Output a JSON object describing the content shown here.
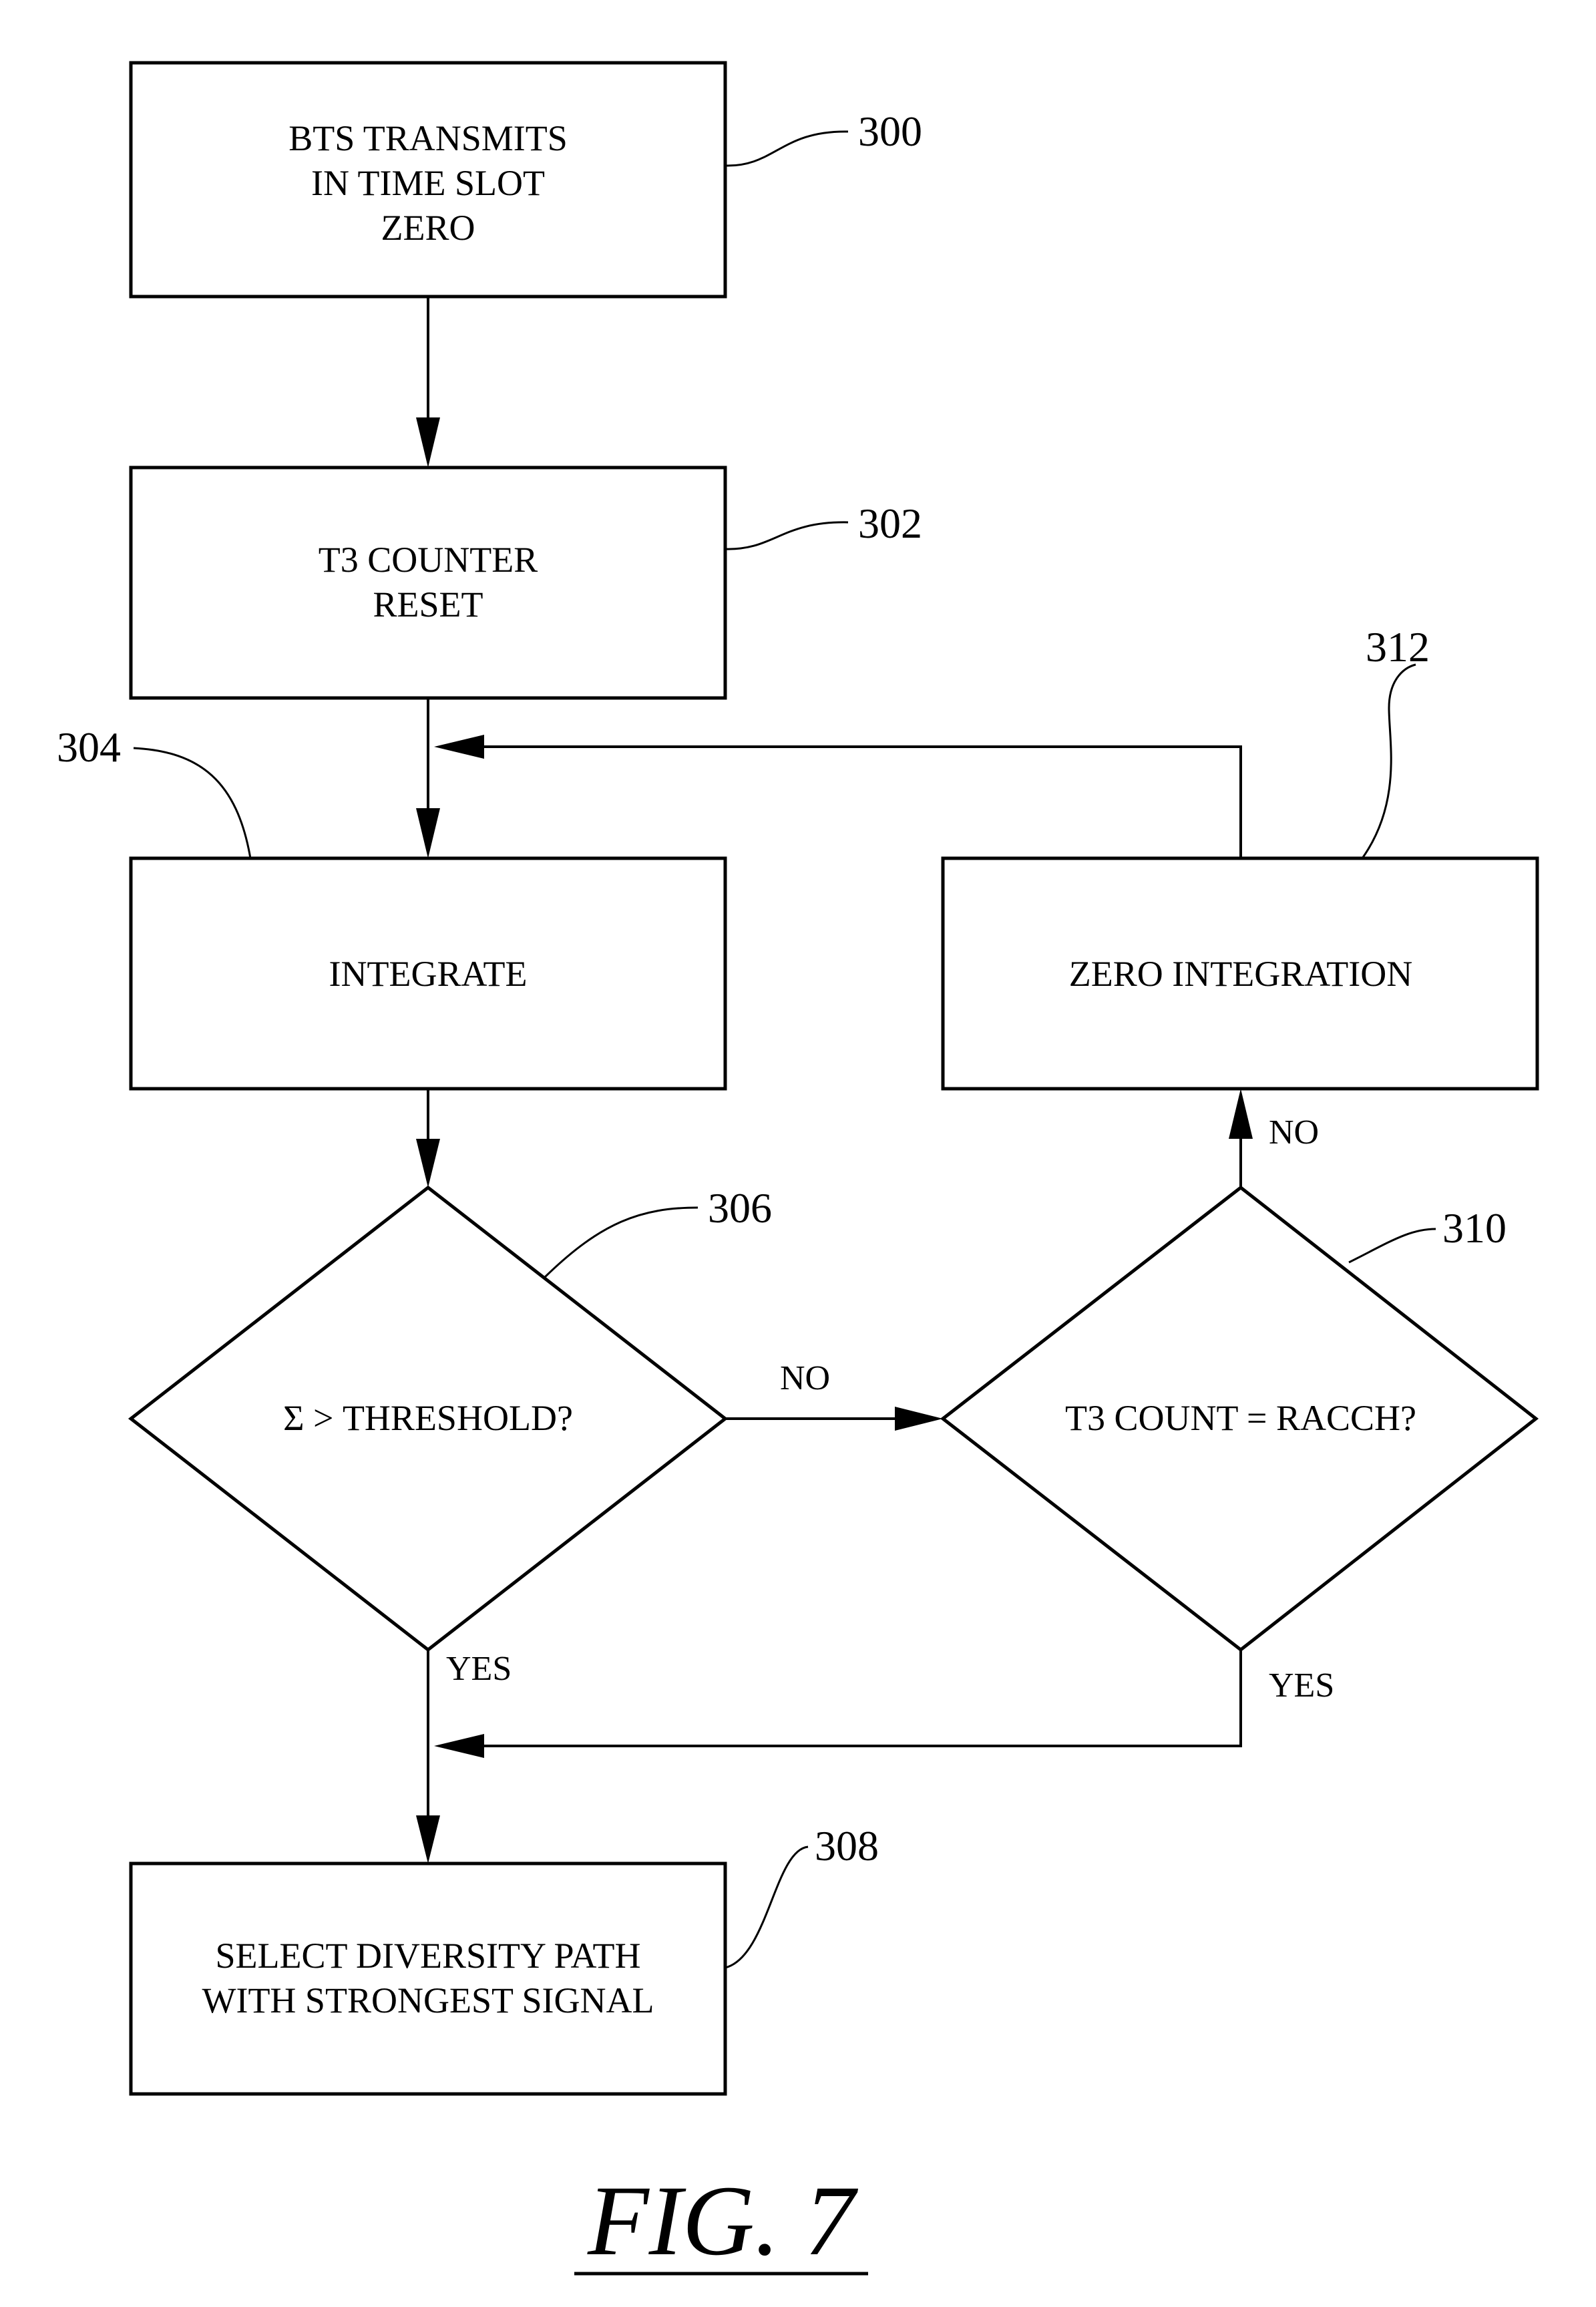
{
  "steps": {
    "s300": {
      "lines": [
        "BTS TRANSMITS",
        "IN TIME SLOT",
        "ZERO"
      ],
      "ref": "300"
    },
    "s302": {
      "lines": [
        "T3 COUNTER",
        "RESET"
      ],
      "ref": "302"
    },
    "s304": {
      "lines": [
        "INTEGRATE"
      ],
      "ref": "304"
    },
    "s306": {
      "lines": [
        "Σ  >  THRESHOLD?"
      ],
      "ref": "306"
    },
    "s308": {
      "lines": [
        "SELECT DIVERSITY PATH",
        "WITH STRONGEST SIGNAL"
      ],
      "ref": "308"
    },
    "s310": {
      "lines": [
        "T3 COUNT = RACCH?"
      ],
      "ref": "310"
    },
    "s312": {
      "lines": [
        "ZERO INTEGRATION"
      ],
      "ref": "312"
    }
  },
  "branches": {
    "no_306": "NO",
    "yes_306": "YES",
    "no_310": "NO",
    "yes_310": "YES"
  },
  "figure_caption": "FIG.  7"
}
